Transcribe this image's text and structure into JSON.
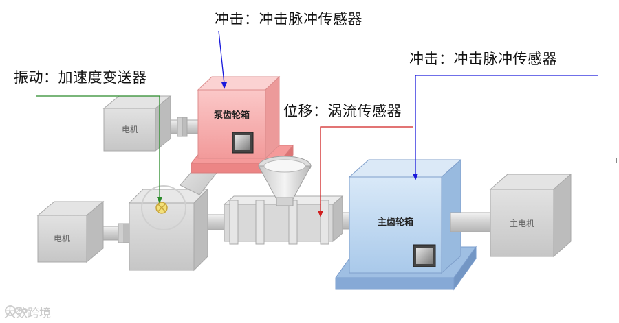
{
  "annotations": {
    "impact_top": "冲击：冲击脉冲传感器",
    "vibration": "振动：加速度变送器",
    "impact_right": "冲击：冲击脉冲传感器",
    "displacement": "位移：涡流传感器"
  },
  "components": {
    "motor_top": "电机",
    "motor_left": "电机",
    "main_motor": "主电机",
    "pump_gearbox": "泵齿轮箱",
    "main_gearbox": "主齿轮箱"
  },
  "watermark": {
    "text": "大数跨境"
  },
  "colors": {
    "pump_gearbox": "#f4a2a2",
    "main_gearbox": "#b7d3ee",
    "machine_gray": "#d6d6d6",
    "leader_blue": "#1a1adc",
    "leader_green": "#2a8a2a",
    "leader_red": "#d02020",
    "sensor_yellow": "#f3e07a"
  }
}
